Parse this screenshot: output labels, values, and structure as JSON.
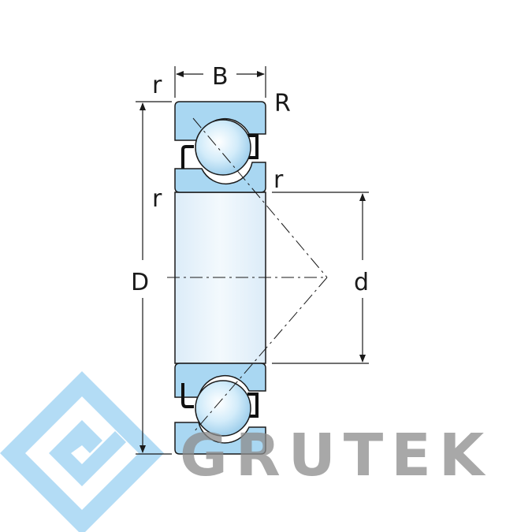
{
  "diagram": {
    "labels": {
      "B": "B",
      "r_top_left": "r",
      "R": "R",
      "r_bore": "r",
      "r_left": "r",
      "D": "D",
      "d": "d"
    },
    "colors": {
      "ring_fill": "#a9d7f2",
      "bore_fill": "#e8f3fb",
      "ball_fill": "#ddeef9",
      "outline": "#1a1a1a",
      "cage": "#111111"
    }
  },
  "watermark": {
    "text": "GRUTEK",
    "logo": "grutek-logo",
    "colors": {
      "logo": "#9fd3f3",
      "text": "#8c8c8c"
    }
  }
}
